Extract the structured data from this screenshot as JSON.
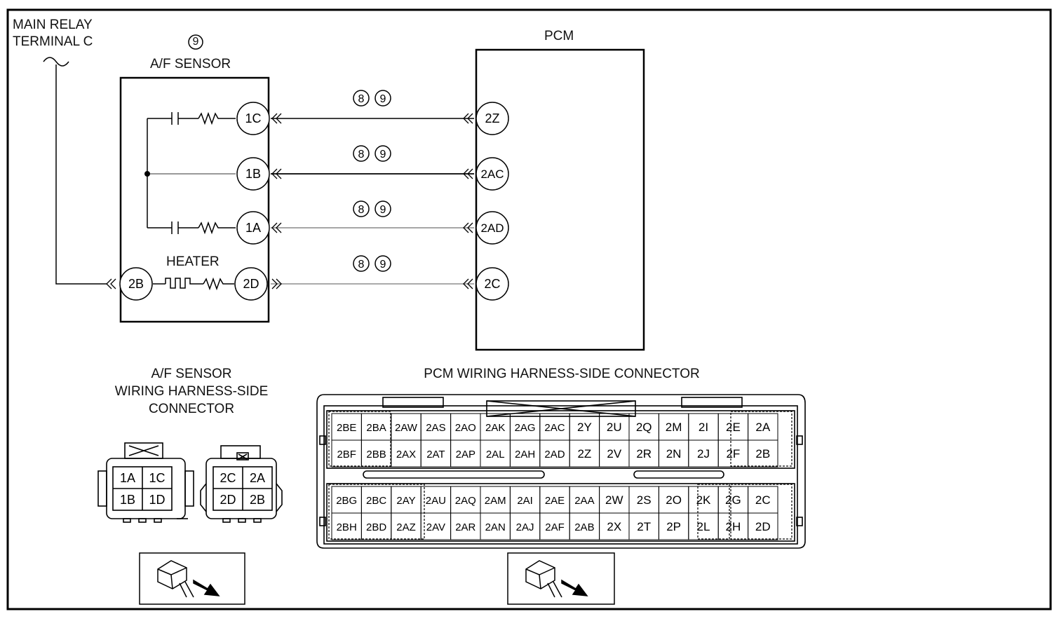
{
  "main_relay": {
    "line1": "MAIN RELAY",
    "line2": "TERMINAL C"
  },
  "af_sensor": {
    "circled_number": "9",
    "title": "A/F SENSOR",
    "heater_label": "HEATER"
  },
  "pcm": {
    "title": "PCM"
  },
  "wire_circles": {
    "a": "8",
    "b": "9"
  },
  "terminals": {
    "sensor": [
      "1C",
      "1B",
      "1A",
      "2D"
    ],
    "heater_power": "2B",
    "pcm": [
      "2Z",
      "2AC",
      "2AD",
      "2C"
    ]
  },
  "af_connector_title": {
    "line1": "A/F SENSOR",
    "line2": "WIRING HARNESS-SIDE",
    "line3": "CONNECTOR"
  },
  "pcm_connector_title": "PCM WIRING HARNESS-SIDE CONNECTOR",
  "af_connectors": {
    "left": [
      [
        "1A",
        "1C"
      ],
      [
        "1B",
        "1D"
      ]
    ],
    "right": [
      [
        "2C",
        "2A"
      ],
      [
        "2D",
        "2B"
      ]
    ]
  },
  "pcm_connector": {
    "top_rows": [
      [
        "2BE",
        "2BA",
        "2AW",
        "2AS",
        "2AO",
        "2AK",
        "2AG",
        "2AC",
        "2Y",
        "2U",
        "2Q",
        "2M",
        "2I",
        "2E",
        "2A"
      ],
      [
        "2BF",
        "2BB",
        "2AX",
        "2AT",
        "2AP",
        "2AL",
        "2AH",
        "2AD",
        "2Z",
        "2V",
        "2R",
        "2N",
        "2J",
        "2F",
        "2B"
      ]
    ],
    "bottom_rows": [
      [
        "2BG",
        "2BC",
        "2AY",
        "2AU",
        "2AQ",
        "2AM",
        "2AI",
        "2AE",
        "2AA",
        "2W",
        "2S",
        "2O",
        "2K",
        "2G",
        "2C"
      ],
      [
        "2BH",
        "2BD",
        "2AZ",
        "2AV",
        "2AR",
        "2AN",
        "2AJ",
        "2AF",
        "2AB",
        "2X",
        "2T",
        "2P",
        "2L",
        "2H",
        "2D"
      ]
    ]
  }
}
